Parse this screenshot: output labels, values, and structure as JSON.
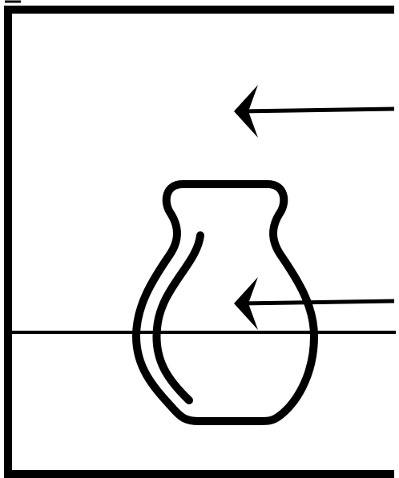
{
  "figure": {
    "ink_color": "#000000",
    "background_color": "#ffffff",
    "subject": "vase",
    "parts": [
      "frame",
      "horizon-line",
      "vase",
      "upper-arrow",
      "lower-arrow"
    ]
  }
}
